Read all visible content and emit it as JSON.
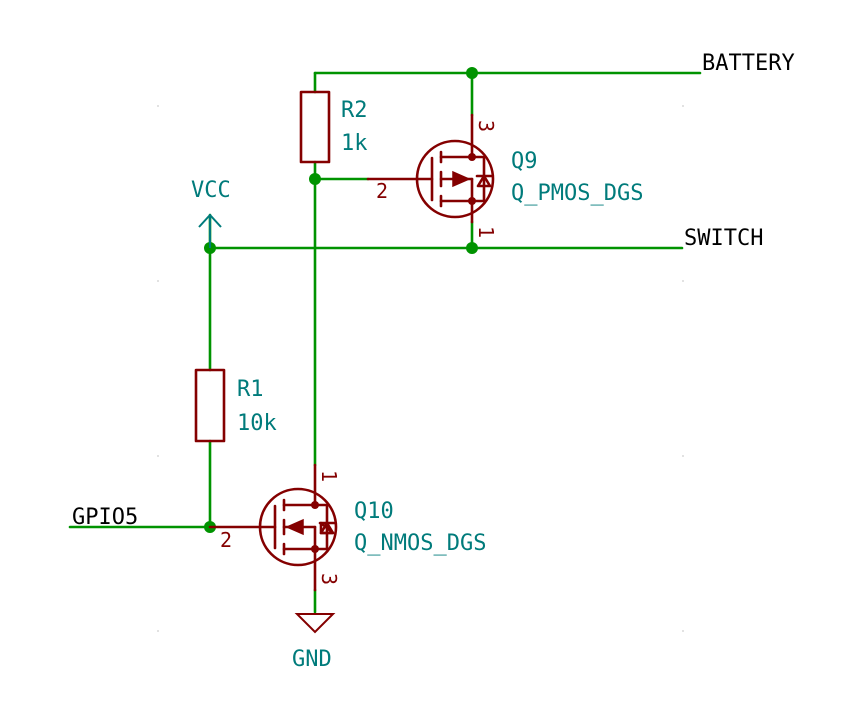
{
  "nets": {
    "battery": "BATTERY",
    "switch": "SWITCH",
    "gpio": "GPIO5"
  },
  "power": {
    "vcc": "VCC",
    "gnd": "GND"
  },
  "components": {
    "r1": {
      "ref": "R1",
      "value": "10k"
    },
    "r2": {
      "ref": "R2",
      "value": "1k"
    },
    "q9": {
      "ref": "Q9",
      "value": "Q_PMOS_DGS",
      "pin_gate": "2",
      "pin_source": "3",
      "pin_drain": "1"
    },
    "q10": {
      "ref": "Q10",
      "value": "Q_NMOS_DGS",
      "pin_gate": "2",
      "pin_drain": "1",
      "pin_source": "3"
    }
  },
  "colors": {
    "wire": "#009300",
    "symbol": "#840000",
    "label": "#007b7b",
    "net_label": "#000000"
  }
}
